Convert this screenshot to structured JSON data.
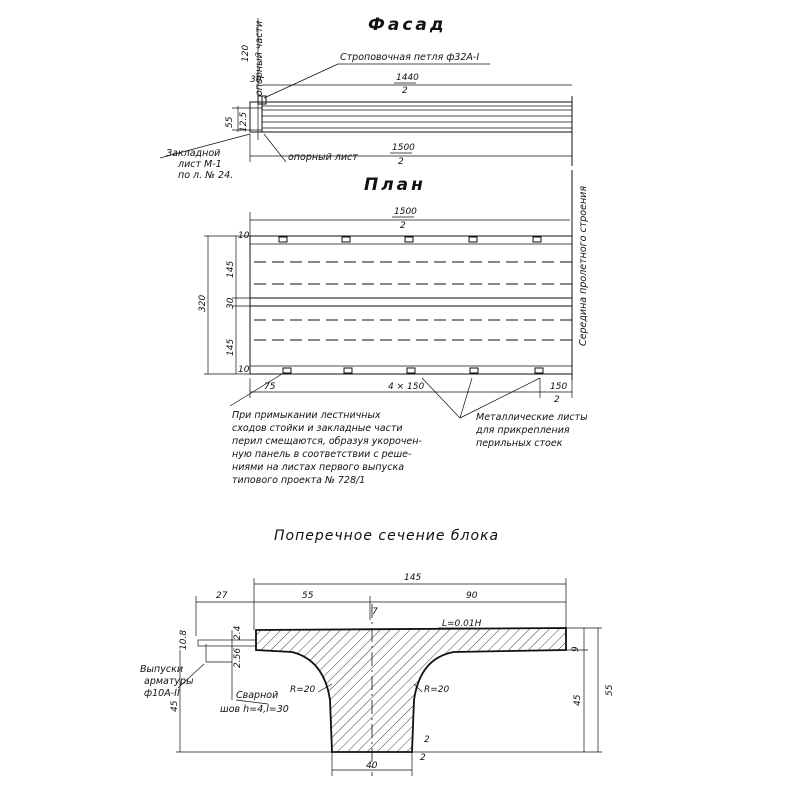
{
  "titles": {
    "facade": "Фасад",
    "plan": "План",
    "section": "Поперечное сечение блока"
  },
  "facade": {
    "lifting_loop": "Строповочная петля ф32А-I",
    "vertical_note": "опорный части",
    "dim_120": "120",
    "dim_30": "30",
    "dim_55": "55",
    "dim_125": "12.5",
    "dim_1440": "1440",
    "dim_1440_den": "2",
    "dim_1500": "1500",
    "dim_1500_den": "2",
    "support_sheet": "опорный лист",
    "embedded_line1": "Закладной",
    "embedded_line2": "лист М-1",
    "embedded_line3": "по л. № 24."
  },
  "plan": {
    "dim_1500": "1500",
    "dim_1500_den": "2",
    "dim_320": "320",
    "dim_145_top": "145",
    "dim_30": "30",
    "dim_145_bottom": "145",
    "dim_10": "10",
    "dim_75": "75",
    "dim_4x150": "4 × 150",
    "dim_150": "150",
    "dim_150_den": "2",
    "middle_label": "Середина пролетного строения",
    "note_left": [
      "При примыкании лестничных",
      "сходов стойки и закладные части",
      "перил смещаются, образуя укорочен-",
      "ную панель в соответствии с реше-",
      "ниями на листах первого выпуска",
      "типового проекта № 728/1"
    ],
    "note_right": [
      "Металлические листы",
      "для прикрепления",
      "перильных стоек"
    ]
  },
  "section": {
    "dim_145": "145",
    "dim_27": "27",
    "dim_55": "55",
    "dim_90": "90",
    "dim_7": "7",
    "dim_l": "L=0.01Н",
    "dim_108": "10.8",
    "dim_24": "2.4",
    "dim_256": "2.56",
    "dim_9": "9",
    "dim_45_left": "45",
    "dim_45_right": "45",
    "dim_55_right": "55",
    "dim_r_left": "R=20",
    "dim_r_right": "R=20",
    "dim_40": "40",
    "dim_2a": "2",
    "dim_2b": "2",
    "rebar_line1": "Выпуски",
    "rebar_line2": "арматуры",
    "rebar_line3": "ф10А-II",
    "weld_line1": "Сварной",
    "weld_line2": "шов h=4,l=30"
  }
}
